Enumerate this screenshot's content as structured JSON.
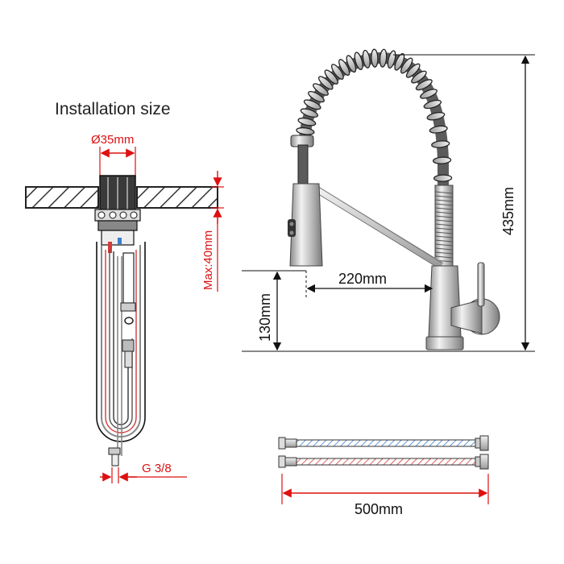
{
  "figure": {
    "title": "Installation size",
    "dimensions": {
      "hole_diameter": "Ø35mm",
      "max_thickness": "Max:40mm",
      "thread": "G 3/8",
      "total_height": "435mm",
      "reach": "220mm",
      "spout_height": "130mm",
      "hose_length": "500mm"
    },
    "colors": {
      "dimension_red": "#dd1111",
      "line_black": "#111111",
      "steel_light": "#d9d9d9",
      "steel_dark": "#6f6f6f",
      "spring_gray": "#5b5b5b",
      "cold_blue": "#3a7fd0",
      "hot_red": "#d63a3a"
    }
  }
}
